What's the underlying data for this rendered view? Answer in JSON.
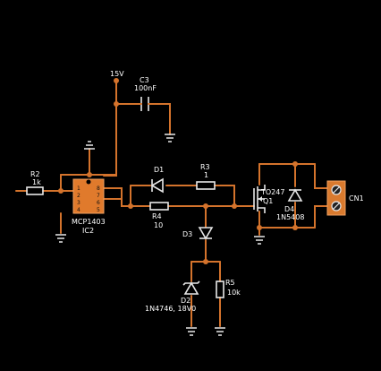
{
  "schematic": {
    "supply_label": "15V",
    "c3": {
      "ref": "C3",
      "value": "100nF"
    },
    "r2": {
      "ref": "R2",
      "value": "1k"
    },
    "ic2": {
      "part": "MCP1403",
      "ref": "IC2",
      "pins": [
        "1",
        "2",
        "3",
        "4",
        "5",
        "6",
        "7",
        "8"
      ]
    },
    "d1": {
      "ref": "D1"
    },
    "r3": {
      "ref": "R3",
      "value": "1"
    },
    "r4": {
      "ref": "R4",
      "value": "10"
    },
    "q1": {
      "part": "TO247",
      "ref": "Q1"
    },
    "d4": {
      "ref": "D4",
      "part": "1N5408"
    },
    "cn1": {
      "ref": "CN1"
    },
    "d3": {
      "ref": "D3"
    },
    "d2": {
      "ref": "D2",
      "part": "1N4746, 18V0"
    },
    "r5": {
      "ref": "R5",
      "value": "10k"
    }
  },
  "colors": {
    "background": "#000000",
    "wire": "#d4732c",
    "component": "#e07a2c",
    "symbol": "#e8e8e8"
  }
}
